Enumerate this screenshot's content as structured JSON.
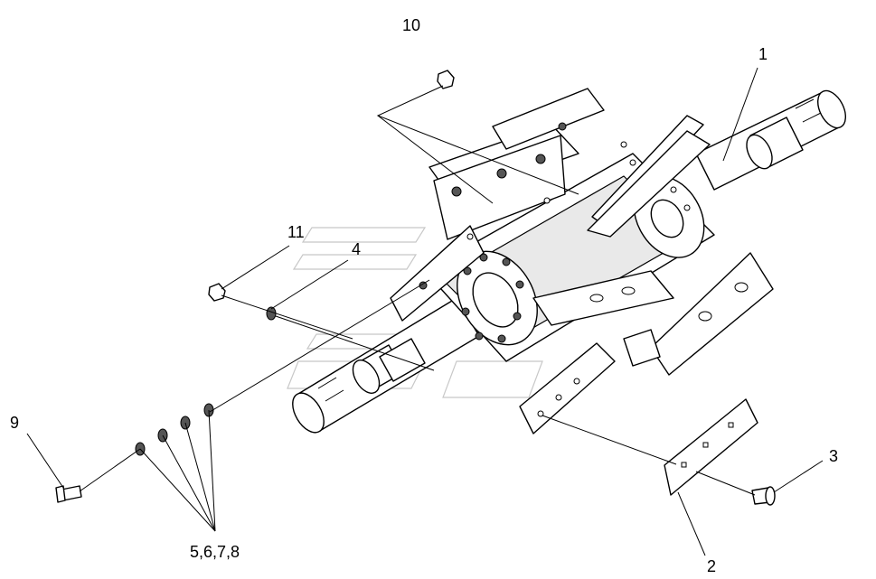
{
  "callouts": {
    "c1": "1",
    "c2": "2",
    "c3": "3",
    "c4": "4",
    "c9": "9",
    "c10": "10",
    "c11": "11",
    "c5678": "5,6,7,8"
  }
}
